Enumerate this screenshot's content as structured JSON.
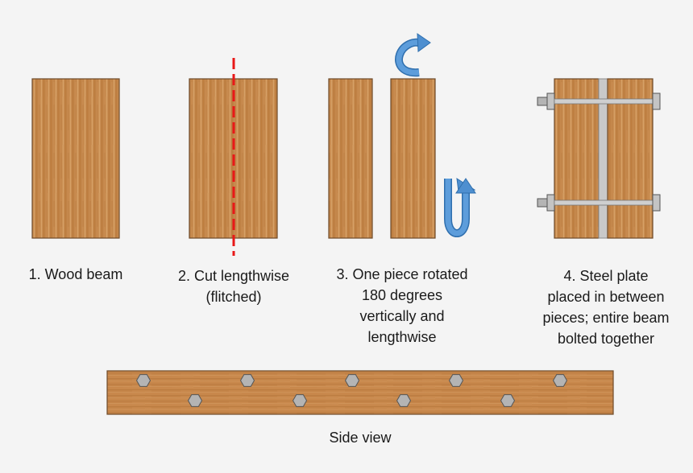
{
  "steps": [
    {
      "caption_lines": [
        "1. Wood beam"
      ]
    },
    {
      "caption_lines": [
        "2. Cut lengthwise",
        "(flitched)"
      ]
    },
    {
      "caption_lines": [
        "3. One piece rotated",
        "180 degrees",
        "vertically and",
        "lengthwise"
      ]
    },
    {
      "caption_lines": [
        "4. Steel plate",
        "placed in between",
        "pieces; entire beam",
        "bolted together"
      ]
    }
  ],
  "side_view": {
    "label": "Side view"
  },
  "colors": {
    "background": "#f4f4f4",
    "wood": "#c8884c",
    "wood_border": "#6e4a2a",
    "cut_line": "#e81818",
    "arrow": "#4e8fd0",
    "steel_plate": "#c9c9c9",
    "bolt": "#b4b4b4"
  }
}
